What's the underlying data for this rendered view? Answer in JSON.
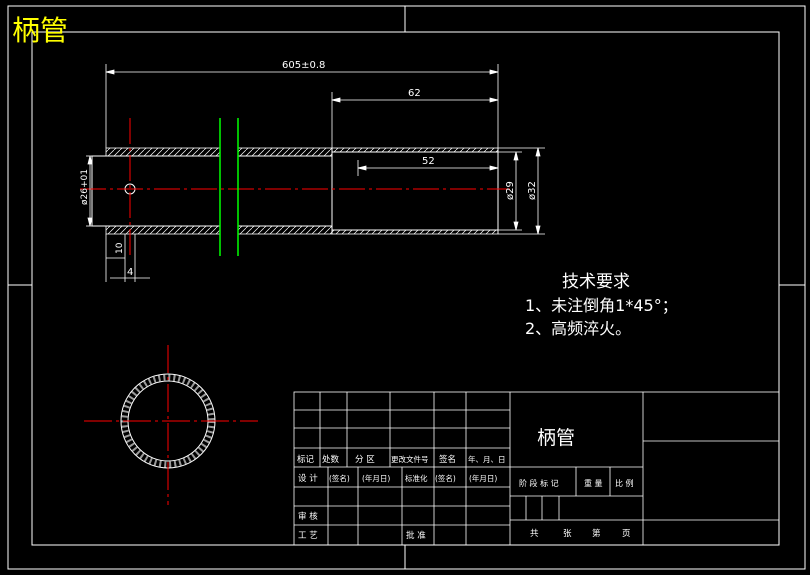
{
  "sheet_title": "柄管",
  "colors": {
    "background": "#000000",
    "line": "#ffffff",
    "center_line": "#ff0000",
    "break_line": "#00ff00",
    "title_text": "#ffff00"
  },
  "dimensions": {
    "overall_length": "605±0.8",
    "section_length": "62",
    "bore_length": "52",
    "outer_diameter": "ø32",
    "bore_diameter": "ø29",
    "pin_hole_diameter": "ø26+01",
    "hole_offset": "10",
    "hole_size": "4"
  },
  "requirements": {
    "heading": "技术要求",
    "items": [
      "1、未注倒角1*45°；",
      "2、高频淬火。"
    ]
  },
  "title_block": {
    "part_name": "柄管",
    "row_mark": [
      "标记",
      "处数",
      "分 区",
      "更改文件号",
      "签名",
      "年、月、日"
    ],
    "row_design": [
      "设 计",
      "(签名)",
      "(年月日)",
      "标准化",
      "(签名)",
      "(年月日)"
    ],
    "row_review": "审 核",
    "row_process": "工 艺",
    "row_approve": "批 准",
    "stage_labels": [
      "阶 段 标 记",
      "重 量",
      "比 例"
    ],
    "sheet_info": [
      "共",
      "张",
      "第",
      "页"
    ]
  }
}
